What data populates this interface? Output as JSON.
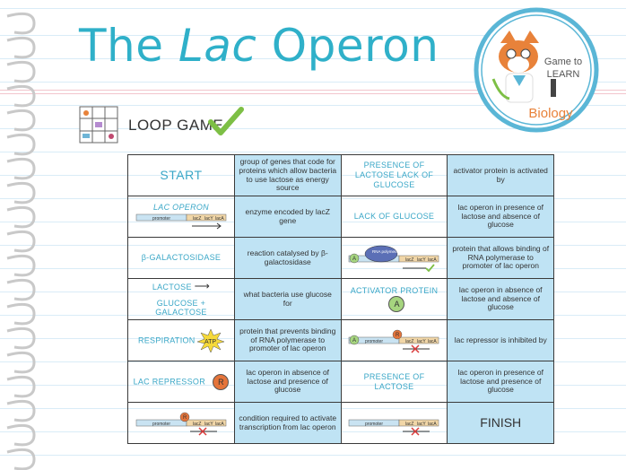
{
  "title": {
    "prefix": "The ",
    "italic": "Lac",
    "suffix": " Operon"
  },
  "loop_label": "LOOP GAME",
  "logo": {
    "line1": "Game to",
    "line2": "LEARN",
    "line3": "Biology"
  },
  "gene": {
    "promoter": "promoter",
    "lacZ": "lacZ",
    "lacY": "lacY",
    "lacA": "lacA",
    "rna": "RNA polymerase",
    "atp": "ATP",
    "a": "A",
    "r": "R"
  },
  "rows": [
    [
      "START",
      "group of genes that code for proteins which allow bacteria to use lactose as energy source",
      "PRESENCE OF LACTOSE LACK OF GLUCOSE",
      "activator protein is activated by"
    ],
    [
      "LAC OPERON",
      "enzyme encoded by lacZ gene",
      "LACK OF GLUCOSE",
      "lac operon in presence of lactose and absence of glucose"
    ],
    [
      "β-GALACTOSIDASE",
      "reaction catalysed by β-galactosidase",
      "",
      "protein that allows binding of RNA polymerase to promoter of lac operon"
    ],
    [
      "LACTOSE",
      "what bacteria use glucose for",
      "ACTIVATOR PROTEIN",
      "lac operon in absence of lactose and absence of glucose"
    ],
    [
      "RESPIRATION",
      "protein that prevents binding of RNA polymerase to promoter of lac operon",
      "",
      "lac repressor is inhibited by"
    ],
    [
      "LAC REPRESSOR",
      "lac operon in absence of lactose and presence of glucose",
      "PRESENCE OF LACTOSE",
      "lac operon in presence of lactose and presence of glucose"
    ],
    [
      "",
      "condition required to activate transcription from lac operon",
      "",
      "FINISH"
    ]
  ],
  "glucose_galactose": "GLUCOSE + GALACTOSE"
}
